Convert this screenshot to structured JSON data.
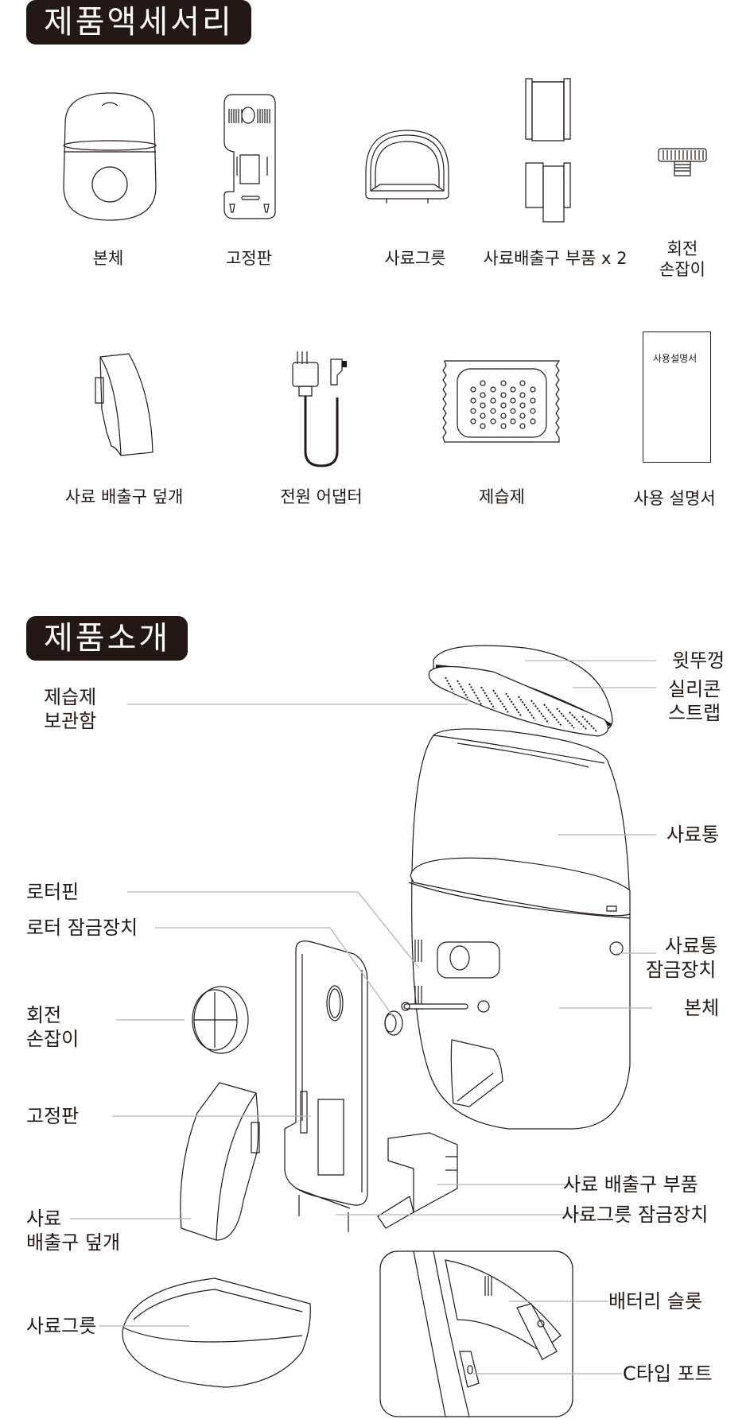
{
  "accessories": {
    "title": "제품액세서리",
    "items": [
      {
        "label": "본체"
      },
      {
        "label": "고정판"
      },
      {
        "label": "사료그릇"
      },
      {
        "label": "사료배출구 부품 x 2"
      },
      {
        "label_line1": "회전",
        "label_line2": "손잡이"
      },
      {
        "label": "사료 배출구 덮개"
      },
      {
        "label": "전원 어댑터"
      },
      {
        "label": "제습제"
      },
      {
        "label": "사용 설명서",
        "cover_text": "사용설명서"
      }
    ]
  },
  "introduction": {
    "title": "제품소개",
    "callouts": {
      "top_lid": "윗뚜껑",
      "silicone_strap_1": "실리콘",
      "silicone_strap_2": "스트랩",
      "desiccant_case_1": "제습제",
      "desiccant_case_2": "보관함",
      "food_container": "사료통",
      "rotor_pin": "로터핀",
      "rotor_lock": "로터 잠금장치",
      "container_lock_1": "사료통",
      "container_lock_2": "잠금장치",
      "main_body": "본체",
      "rotary_knob_1": "회전",
      "rotary_knob_2": "손잡이",
      "mounting_plate": "고정판",
      "outlet_part": "사료 배출구 부품",
      "outlet_cover_1": "사료",
      "outlet_cover_2": "배출구 덮개",
      "bowl_lock": "사료그릇 잠금장치",
      "battery_slot": "배터리 슬롯",
      "food_bowl": "사료그릇",
      "usb_c_port": "C타입 포트"
    }
  },
  "colors": {
    "header_bg": "#231815",
    "header_text": "#ffffff",
    "text": "#231815",
    "leader_line": "#b5b5b5"
  }
}
